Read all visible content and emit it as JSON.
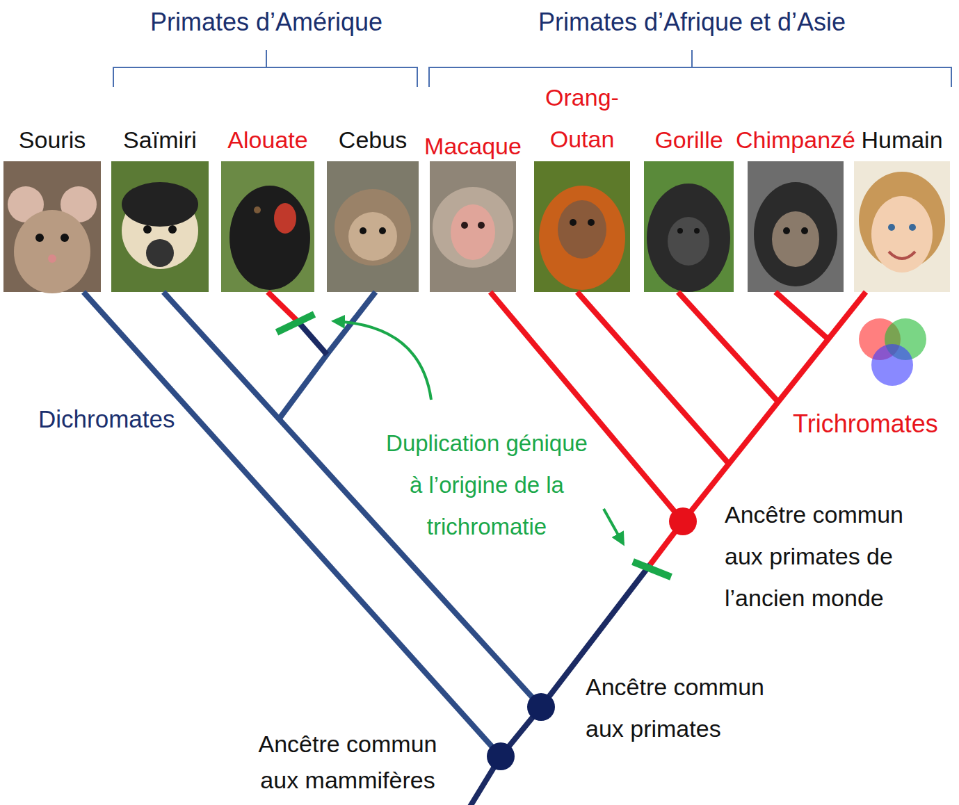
{
  "diagram": {
    "nodes": [
      {
        "text": [
          "Souris"
        ]
      },
      {
        "text": [
          "Saïmiri"
        ]
      },
      {
        "text": [
          "Alouate"
        ]
      },
      {
        "text": [
          "Cebus"
        ]
      },
      {
        "text": [
          "Macaque"
        ]
      },
      {
        "text": [
          "Orang- Outan"
        ]
      },
      {
        "text": [
          "Gorille"
        ]
      },
      {
        "text": [
          "Chimpanzé"
        ]
      },
      {
        "text": [
          "Humain"
        ]
      }
    ],
    "labels": [
      "Primates d’Amérique",
      "Primates d’Afrique et d’Asie",
      "Dichromates",
      "Duplication génique à l’origine de la trichromatie",
      "Ancêtre commun aux primates de l’ancien monde",
      "Trichromates",
      "Ancêtre commun aux primates",
      "Ancêtre commun aux mammifères"
    ]
  }
}
